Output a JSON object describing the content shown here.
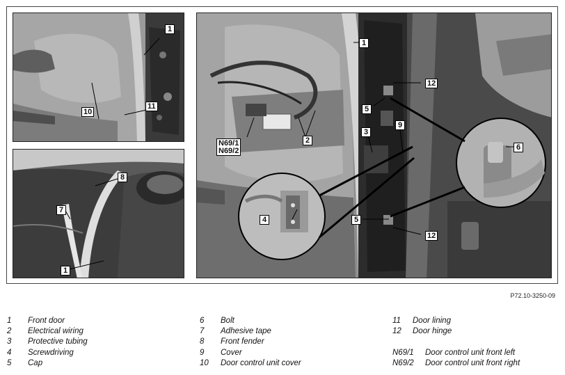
{
  "callouts": {
    "p1_1": "1",
    "p1_10": "10",
    "p1_11": "11",
    "p2_8": "8",
    "p2_7": "7",
    "p2_1": "1",
    "p3_1": "1",
    "p3_12a": "12",
    "p3_5a": "5",
    "p3_3": "3",
    "p3_9": "9",
    "p3_n691": "N69/1",
    "p3_n692": "N69/2",
    "p3_2": "2",
    "p3_6": "6",
    "p3_4": "4",
    "p3_5b": "5",
    "p3_12b": "12"
  },
  "figure_code": "P72.10-3250-09",
  "legend": {
    "col1": [
      {
        "num": "1",
        "label": "Front door"
      },
      {
        "num": "2",
        "label": "Electrical wiring"
      },
      {
        "num": "3",
        "label": "Protective tubing"
      },
      {
        "num": "4",
        "label": "Screwdriving"
      },
      {
        "num": "5",
        "label": "Cap"
      }
    ],
    "col2": [
      {
        "num": "6",
        "label": "Bolt"
      },
      {
        "num": "7",
        "label": "Adhesive tape"
      },
      {
        "num": "8",
        "label": "Front fender"
      },
      {
        "num": "9",
        "label": "Cover"
      },
      {
        "num": "10",
        "label": "Door control unit cover"
      }
    ],
    "col3": [
      {
        "num": "11",
        "label": "Door lining"
      },
      {
        "num": "12",
        "label": "Door hinge"
      },
      {
        "num": "",
        "label": ""
      },
      {
        "num": "N69/1",
        "label": "Door control unit front left"
      },
      {
        "num": "N69/2",
        "label": "Door control unit front right"
      }
    ]
  }
}
